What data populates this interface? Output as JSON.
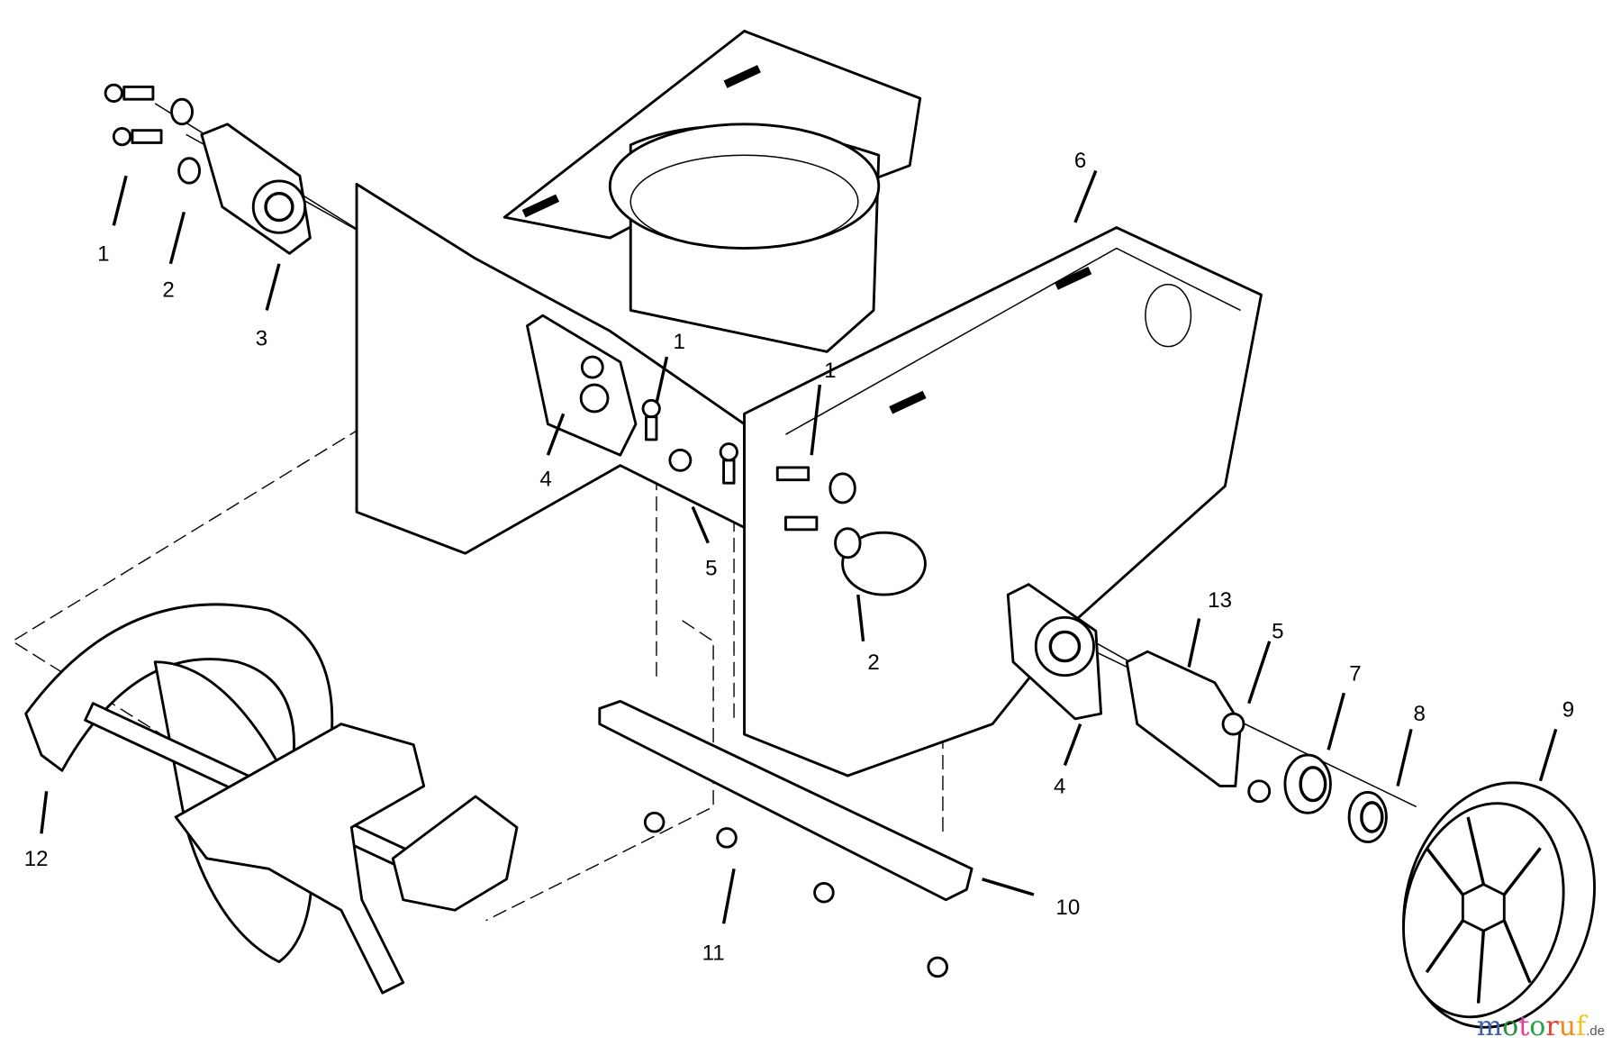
{
  "callouts": [
    {
      "id": "1a",
      "text": "1"
    },
    {
      "id": "2a",
      "text": "2"
    },
    {
      "id": "3",
      "text": "3"
    },
    {
      "id": "1b",
      "text": "1"
    },
    {
      "id": "1c",
      "text": "1"
    },
    {
      "id": "4a",
      "text": "4"
    },
    {
      "id": "5a",
      "text": "5"
    },
    {
      "id": "6",
      "text": "6"
    },
    {
      "id": "13",
      "text": "13"
    },
    {
      "id": "5b",
      "text": "5"
    },
    {
      "id": "7",
      "text": "7"
    },
    {
      "id": "8",
      "text": "8"
    },
    {
      "id": "9",
      "text": "9"
    },
    {
      "id": "2b",
      "text": "2"
    },
    {
      "id": "4b",
      "text": "4"
    },
    {
      "id": "12",
      "text": "12"
    },
    {
      "id": "11",
      "text": "11"
    },
    {
      "id": "10",
      "text": "10"
    }
  ],
  "watermark": {
    "text": "motoruf",
    "suffix": ".de",
    "letters": [
      "m",
      "o",
      "t",
      "o",
      "r",
      "u",
      "f"
    ],
    "colors": [
      "#3b5fb0",
      "#2a8f3a",
      "#e0409a",
      "#2ba24a",
      "#e6402a",
      "#f08a1a",
      "#f0c419"
    ]
  }
}
